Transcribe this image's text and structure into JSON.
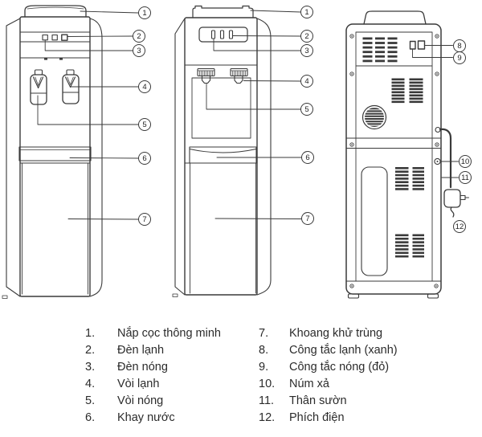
{
  "page": {
    "title": "Water dispenser parts diagram"
  },
  "colors": {
    "background": "#ffffff",
    "line": "#3a3a3a",
    "text": "#2b2b2b"
  },
  "diagram": {
    "views": [
      "front-left",
      "front-middle",
      "back"
    ],
    "callouts": {
      "front_left": [
        "1",
        "2",
        "3",
        "4",
        "5",
        "6",
        "7"
      ],
      "front_middle": [
        "1",
        "2",
        "3",
        "4",
        "5",
        "6",
        "7"
      ],
      "back": [
        "8",
        "9",
        "10",
        "11",
        "12"
      ]
    }
  },
  "legend": {
    "left": [
      {
        "num": "1.",
        "label": "Nắp cọc thông minh"
      },
      {
        "num": "2.",
        "label": "Đèn lạnh"
      },
      {
        "num": "3.",
        "label": "Đèn nóng"
      },
      {
        "num": "4.",
        "label": "Vòi lạnh"
      },
      {
        "num": "5.",
        "label": "Vòi nóng"
      },
      {
        "num": "6.",
        "label": "Khay nước"
      }
    ],
    "right": [
      {
        "num": "7.",
        "label": "Khoang khử trùng"
      },
      {
        "num": "8.",
        "label": "Công tắc lạnh (xanh)"
      },
      {
        "num": "9.",
        "label": "Công tắc nóng (đỏ)"
      },
      {
        "num": "10.",
        "label": "Núm xả"
      },
      {
        "num": "11.",
        "label": "Thân sườn"
      },
      {
        "num": "12.",
        "label": "Phích điện"
      }
    ]
  }
}
